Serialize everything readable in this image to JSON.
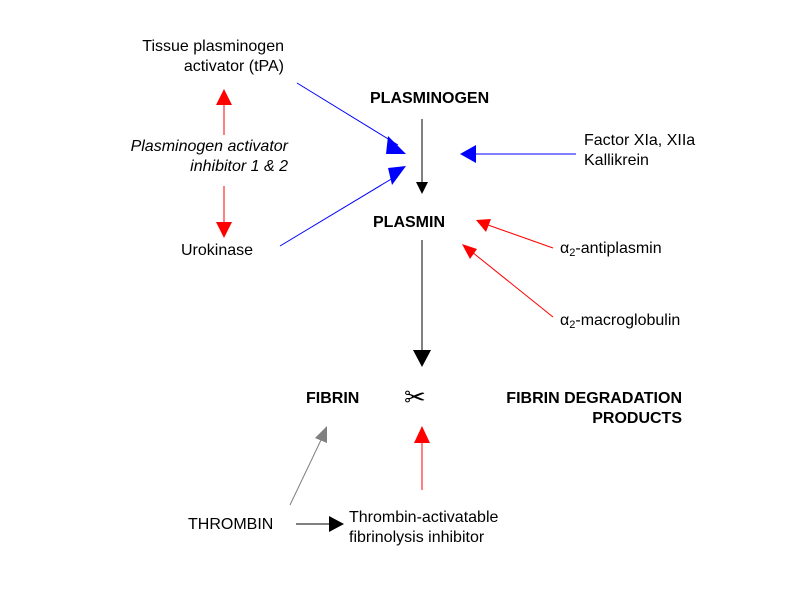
{
  "nodes": {
    "tpa_line1": "Tissue plasminogen",
    "tpa_line2": "activator (tPA)",
    "pai_line1": "Plasminogen activator",
    "pai_line2": "inhibitor 1 & 2",
    "urokinase": "Urokinase",
    "plasminogen": "PLASMINOGEN",
    "plasmin": "PLASMIN",
    "factor_line1": "Factor XIa, XIIa",
    "factor_line2": "Kallikrein",
    "antiplasmin_alpha": "α",
    "antiplasmin_sub": "2",
    "antiplasmin_rest": "-antiplasmin",
    "macroglobulin_alpha": "α",
    "macroglobulin_sub": "2",
    "macroglobulin_rest": "-macroglobulin",
    "fibrin": "FIBRIN",
    "scissors": "✂",
    "fdp_line1": "FIBRIN DEGRADATION",
    "fdp_line2": "PRODUCTS",
    "thrombin": "THROMBIN",
    "tafi_line1": "Thrombin-activatable",
    "tafi_line2": "fibrinolysis inhibitor"
  },
  "colors": {
    "activation": "#0000ff",
    "inhibition": "#ff0000",
    "main": "#000000",
    "thrombin_link": "#808080"
  }
}
